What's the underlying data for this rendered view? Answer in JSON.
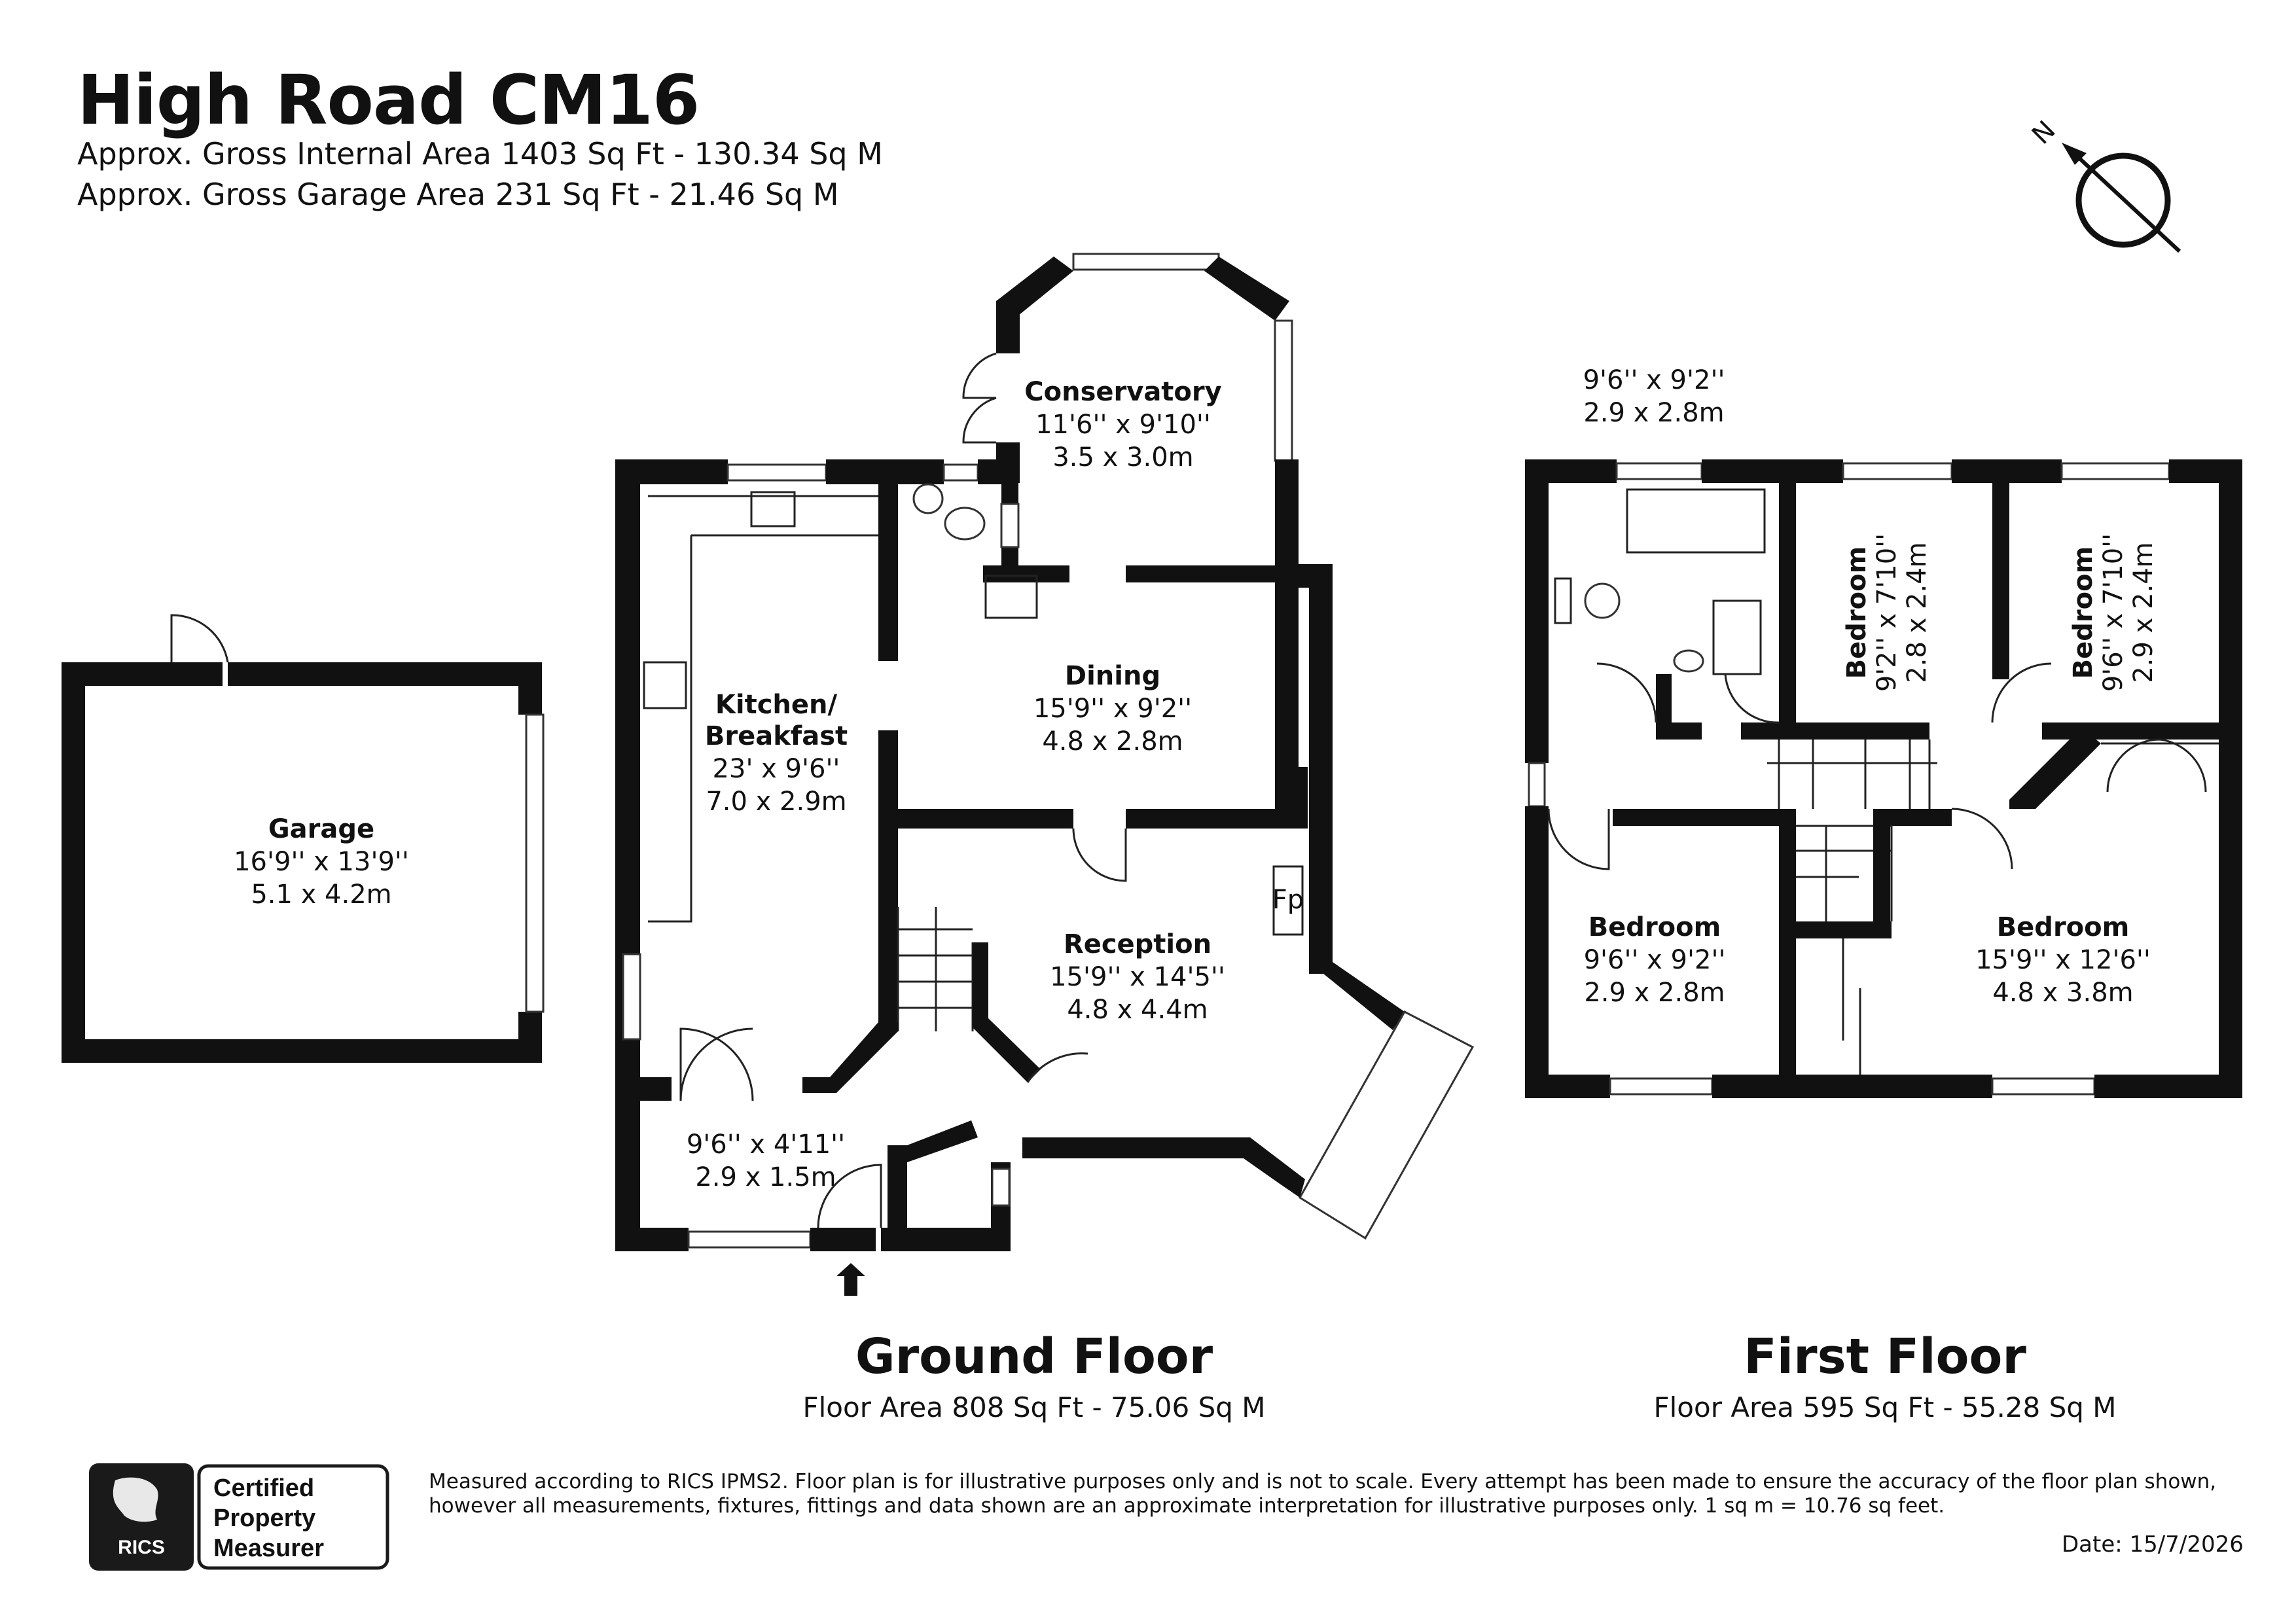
{
  "header": {
    "title": "High Road CM16",
    "internal_area": "Approx. Gross Internal Area 1403 Sq Ft - 130.34 Sq M",
    "garage_area": "Approx. Gross Garage Area 231 Sq Ft - 21.46 Sq M"
  },
  "compass": {
    "north_label": "N"
  },
  "garage": {
    "name": "Garage",
    "imperial": "16'9'' x 13'9''",
    "metric": "5.1 x 4.2m"
  },
  "ground_floor": {
    "heading": "Ground Floor",
    "area": "Floor Area 808 Sq Ft - 75.06 Sq M",
    "rooms": {
      "conservatory": {
        "name": "Conservatory",
        "imperial": "11'6'' x 9'10''",
        "metric": "3.5 x 3.0m"
      },
      "kitchen": {
        "name1": "Kitchen/",
        "name2": "Breakfast",
        "imperial": "23' x 9'6''",
        "metric": "7.0 x 2.9m"
      },
      "dining": {
        "name": "Dining",
        "imperial": "15'9'' x 9'2''",
        "metric": "4.8 x 2.8m"
      },
      "reception": {
        "name": "Reception",
        "imperial": "15'9'' x 14'5''",
        "metric": "4.8 x 4.4m"
      },
      "hall": {
        "imperial": "9'6'' x 4'11''",
        "metric": "2.9 x 1.5m"
      },
      "fireplace": {
        "label": "Fp"
      }
    }
  },
  "first_floor": {
    "heading": "First Floor",
    "area": "Floor Area 595 Sq Ft - 55.28 Sq M",
    "rooms": {
      "bathroom": {
        "imperial": "9'6'' x 9'2''",
        "metric": "2.9 x 2.8m"
      },
      "bedroom2": {
        "name": "Bedroom",
        "imperial": "9'2'' x 7'10''",
        "metric": "2.8 x 2.4m"
      },
      "bedroom3": {
        "name": "Bedroom",
        "imperial": "9'6'' x 7'10''",
        "metric": "2.9 x 2.4m"
      },
      "bedroom4": {
        "name": "Bedroom",
        "imperial": "9'6'' x 9'2''",
        "metric": "2.9 x 2.8m"
      },
      "bedroom1": {
        "name": "Bedroom",
        "imperial": "15'9'' x 12'6''",
        "metric": "4.8 x 3.8m"
      }
    }
  },
  "badge": {
    "org": "RICS",
    "line1": "Certified",
    "line2": "Property",
    "line3": "Measurer"
  },
  "footer": {
    "disclaimer": "Measured according to RICS IPMS2. Floor plan is for illustrative purposes only and is not to scale. Every attempt has been made to ensure the accuracy of the floor plan shown, however all measurements, fixtures, fittings and data shown are an approximate interpretation for illustrative purposes only. 1 sq m = 10.76 sq feet.",
    "date": "Date: 15/7/2026"
  }
}
